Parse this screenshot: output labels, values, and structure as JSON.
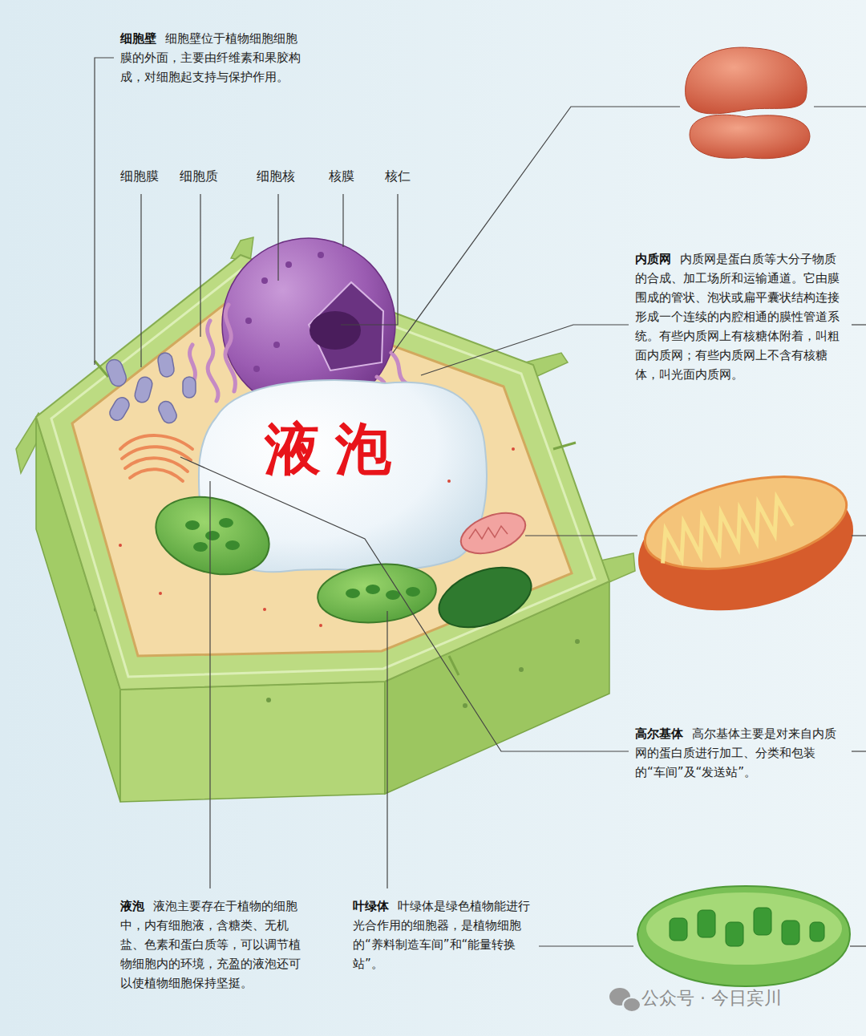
{
  "diagram": {
    "labels": [
      "细胞壁",
      "细胞壁位于植物细胞细胞膜的外面，主要由纤维素和果胶构成，对细胞起支持与保护作用。",
      "细胞膜",
      "细胞质",
      "细胞核",
      "核膜",
      "核仁",
      "内质网",
      "内质网是蛋白质等大分子物质的合成、加工场所和运输通道。它由膜围成的管状、泡状或扁平囊状结构连接形成一个连续的内腔相通的膜性管道系统。有些内质网上有核糖体附着，叫粗面内质网；有些内质网上不含有核糖体，叫光面内质网。",
      "液泡",
      "高尔基体",
      "高尔基体主要是对来自内质网的蛋白质进行加工、分类和包装的“车间”及“发送站”。",
      "液泡",
      "液泡主要存在于植物的细胞中，内有细胞液，含糖类、无机盐、色素和蛋白质等，可以调节植物细胞内的环境，充盈的液泡还可以使植物细胞保持坚挺。",
      "叶绿体",
      "叶绿体是绿色植物能进行光合作用的细胞器，是植物细胞的“养料制造车间”和“能量转换站”。",
      "公众号 · 今日宾川"
    ]
  }
}
